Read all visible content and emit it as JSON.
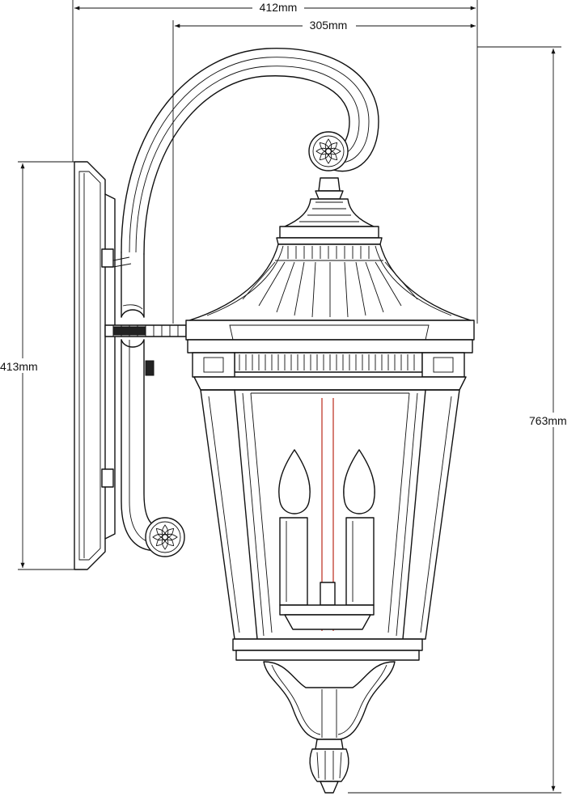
{
  "dimensions": {
    "overall_width": "412mm",
    "body_width": "305mm",
    "backplate_height": "413mm",
    "overall_height": "763mm"
  },
  "colors": {
    "line": "#111111",
    "wire": "#c0392b",
    "background": "#ffffff"
  }
}
